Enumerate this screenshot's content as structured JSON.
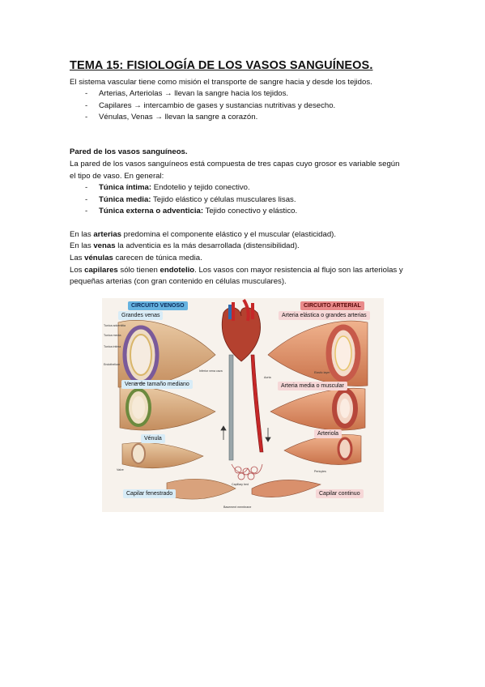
{
  "title": "TEMA 15: FISIOLOGÍA DE LOS VASOS SANGUÍNEOS.",
  "intro": "El sistema vascular tiene como misión el transporte de sangre hacia y desde los tejidos.",
  "intro_list": [
    "Arterias, Arteriolas → llevan la sangre hacia los tejidos.",
    "Capilares → intercambio de gases y sustancias nutritivas y desecho.",
    "Vénulas, Venas → llevan la sangre a corazón."
  ],
  "section_heading": "Pared de los vasos sanguíneos.",
  "section_p1": "La pared de los vasos sanguíneos está compuesta de tres capas cuyo grosor es variable según",
  "section_p2": "el tipo de vaso. En general:",
  "layers": [
    {
      "name": "Túnica íntima:",
      "desc": "Endotelio y tejido conectivo."
    },
    {
      "name": "Túnica media:",
      "desc": "Tejido elástico y células musculares lisas."
    },
    {
      "name": "Túnica externa o adventicia:",
      "desc": "Tejido conectivo y elástico."
    }
  ],
  "para": {
    "l1_a": "En las ",
    "l1_b": "arterias",
    "l1_c": " predomina el componente elástico y el muscular (elasticidad).",
    "l2_a": "En las ",
    "l2_b": "venas",
    "l2_c": " la adventicia es la más desarrollada (distensibilidad).",
    "l3_a": "Las ",
    "l3_b": "vénulas",
    "l3_c": " carecen de túnica media.",
    "l4_a": "Los ",
    "l4_b": "capilares",
    "l4_c": " sólo tienen ",
    "l4_d": "endotelio",
    "l4_e": ". Los vasos con mayor resistencia al flujo son las arteriolas y",
    "l5": "pequeñas arterias (con gran contenido en células musculares)."
  },
  "figure": {
    "venous_title": "CIRCUITO VENOSO",
    "arterial_title": "CIRCUITO ARTERIAL",
    "big_veins": "Grandes venas",
    "elastic_arteries": "Arteria elástica o grandes arterias",
    "medium_vein": "Vena de tamaño mediano",
    "medium_artery": "Arteria media o muscular",
    "venule": "Vénula",
    "arteriole": "Arteriola",
    "fenestrated": "Capilar fenestrado",
    "continuous": "Capilar continuo",
    "small_labels": {
      "tunica_adventitia": "Tunica adventitia",
      "tunica_media": "Tunica media",
      "tunica_intima": "Tunica intima",
      "endothelium": "Endothelium",
      "lumen": "Lumen",
      "inferior_vena_cava": "Inferior vena cava",
      "aorta": "Aorta",
      "elastic_layer": "Elastic layer",
      "valve": "Valve",
      "pericytes": "Pericytes",
      "capillary_bed": "Capillary bed",
      "basement_membrane": "Basement membrane"
    }
  },
  "colors": {
    "venous_box": "#66b3e0",
    "arterial_box": "#e98a8a",
    "label_blue": "#d8ecf7",
    "label_pink": "#f6d7d7",
    "artery_red": "#c62828",
    "vein_gray": "#8c9aa0"
  }
}
